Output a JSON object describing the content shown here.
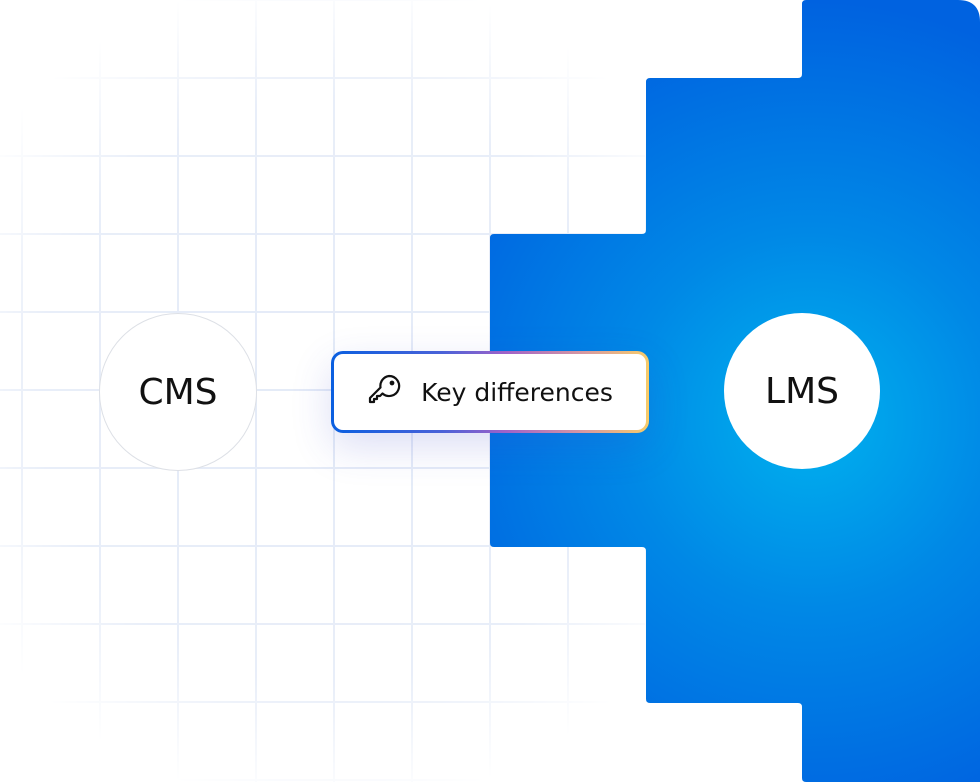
{
  "left_node": {
    "label": "CMS"
  },
  "right_node": {
    "label": "LMS"
  },
  "center_button": {
    "label": "Key differences",
    "icon": "key-icon"
  },
  "colors": {
    "blue_dark": "#0062e0",
    "blue_light": "#00a8ec",
    "grid": "#e6edf8",
    "border_start": "#0a5fe0",
    "border_end": "#f7cc6a"
  }
}
